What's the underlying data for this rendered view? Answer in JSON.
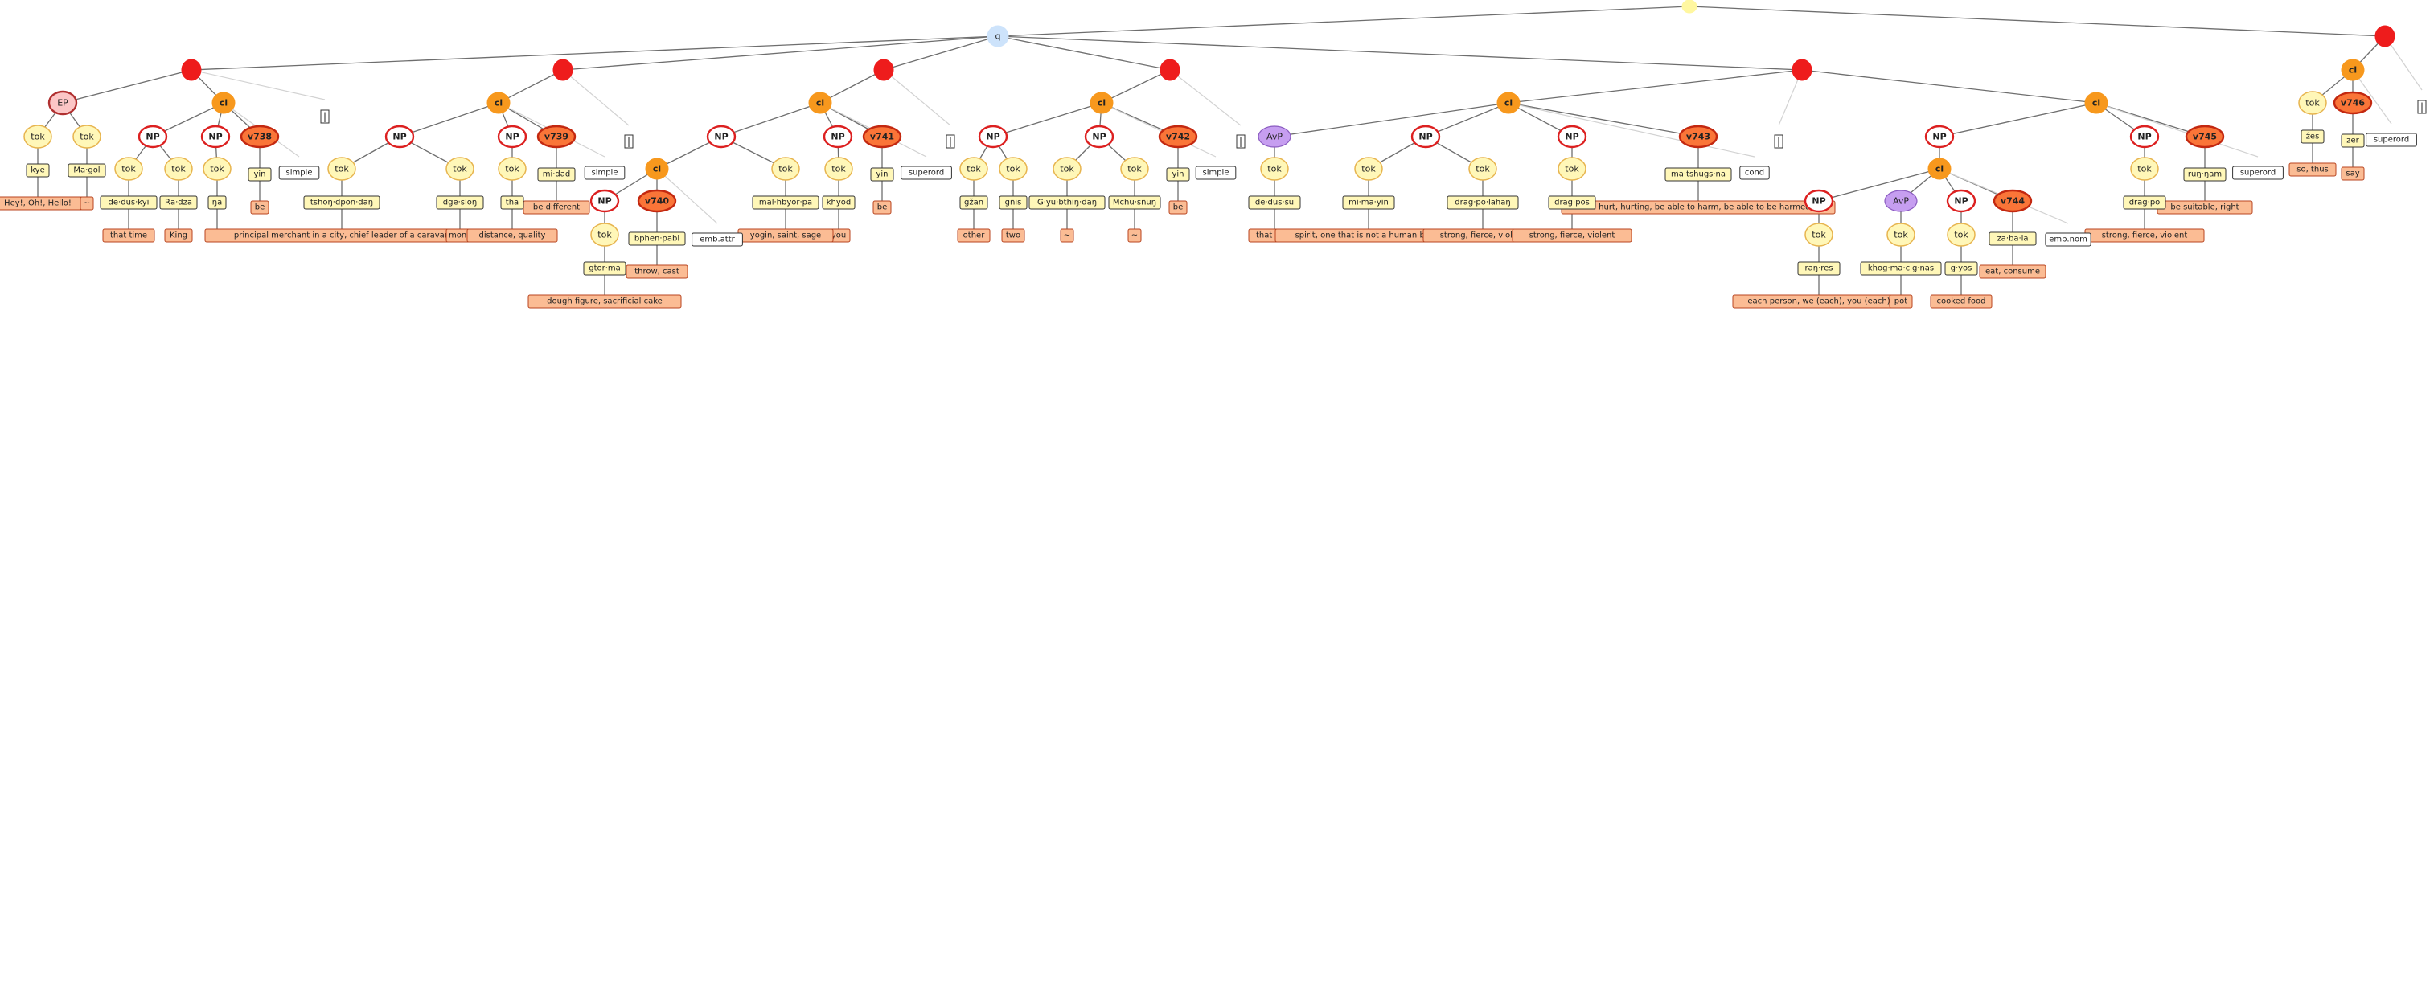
{
  "colors": {
    "root": "#fff7a0",
    "q": "#cde3fb",
    "s": "#ee1c1c",
    "cl": "#f7981d",
    "np_fill": "#ffffff",
    "np_stroke": "#dc2020",
    "ep_fill": "#fcc6c6",
    "ep_stroke": "#b03030",
    "avp": "#c69ef0",
    "avp_stroke": "#8a5bc0",
    "tok_fill": "#fff7b8",
    "tok_stroke": "#e7b44e",
    "verb_fill": "#fa7538",
    "verb_stroke": "#c32810",
    "word_fill": "#fff7b8",
    "word_stroke": "#333333",
    "gloss_fill": "#fbbc94",
    "gloss_stroke": "#b84520",
    "tag_fill": "#ffffff",
    "tag_stroke": "#333333"
  },
  "tree": {
    "root_label": "",
    "q_label": "q",
    "sentences": [
      {
        "cl_label": "cl",
        "ep": {
          "label": "EP",
          "tokens": [
            {
              "label": "tok",
              "word": "kye",
              "gloss": "Hey!, Oh!, Hello!"
            },
            {
              "label": "tok",
              "word": "Ma·gol",
              "gloss": "~"
            }
          ]
        },
        "nps": [
          {
            "label": "NP",
            "tokens": [
              {
                "label": "tok",
                "word": "de·dus·kyi",
                "gloss": "that time"
              },
              {
                "label": "tok",
                "word": "Rā·dza",
                "gloss": "King"
              }
            ]
          },
          {
            "label": "NP",
            "tokens": [
              {
                "label": "tok",
                "word": "ŋa",
                "gloss": "I"
              }
            ]
          }
        ],
        "verb": {
          "label": "v738",
          "word": "yin",
          "gloss": "be",
          "tag": "simple"
        },
        "mark": "|"
      },
      {
        "cl_label": "cl",
        "nps": [
          {
            "label": "NP",
            "tokens": [
              {
                "label": "tok",
                "word": "tshoŋ·dpon·daŋ",
                "gloss": "principal merchant in a city, chief leader of a caravan"
              },
              {
                "label": "tok",
                "word": "dge·sloŋ",
                "gloss": "monk"
              }
            ]
          },
          {
            "label": "NP",
            "tokens": [
              {
                "label": "tok",
                "word": "tha",
                "gloss": "distance, quality"
              }
            ]
          }
        ],
        "verb": {
          "label": "v739",
          "word": "mi·dad",
          "gloss": "be different",
          "tag": "simple"
        },
        "mark": "|"
      },
      {
        "cl_label": "cl",
        "np_big": {
          "label": "NP",
          "sub_cl": {
            "label": "cl",
            "np": {
              "label": "NP",
              "tokens": [
                {
                  "label": "tok",
                  "word": "gtor·ma",
                  "gloss": "dough figure, sacrificial cake"
                }
              ]
            },
            "verb": {
              "label": "v740",
              "word": "bphen·pabi",
              "gloss": "throw, cast",
              "tag": "emb.attr"
            }
          },
          "token": {
            "label": "tok",
            "word": "mal·hbyor·pa",
            "gloss": "yogin, saint, sage"
          }
        },
        "np2": {
          "label": "NP",
          "tokens": [
            {
              "label": "tok",
              "word": "khyod",
              "gloss": "you"
            }
          ]
        },
        "verb": {
          "label": "v741",
          "word": "yin",
          "gloss": "be",
          "tag": "superord"
        },
        "mark": "|"
      },
      {
        "cl_label": "cl",
        "nps": [
          {
            "label": "NP",
            "tokens": [
              {
                "label": "tok",
                "word": "gžan",
                "gloss": "other"
              },
              {
                "label": "tok",
                "word": "gñis",
                "gloss": "two"
              }
            ]
          },
          {
            "label": "NP",
            "tokens": [
              {
                "label": "tok",
                "word": "G·yu·bthiŋ·daŋ",
                "gloss": "~"
              },
              {
                "label": "tok",
                "word": "Mchu·sñuŋ",
                "gloss": "~"
              }
            ]
          }
        ],
        "verb": {
          "label": "v742",
          "word": "yin",
          "gloss": "be",
          "tag": "simple"
        },
        "mark": "|"
      },
      {
        "cl_label": "cl",
        "avp": {
          "label": "AvP",
          "tokens": [
            {
              "label": "tok",
              "word": "de·dus·su",
              "gloss": "that time"
            }
          ]
        },
        "nps": [
          {
            "label": "NP",
            "tokens": [
              {
                "label": "tok",
                "word": "mi·ma·yin",
                "gloss": "spirit, one that is not a human being"
              },
              {
                "label": "tok",
                "word": "drag·po·lahaŋ",
                "gloss": "strong, fierce, violent"
              }
            ]
          },
          {
            "label": "NP",
            "tokens": [
              {
                "label": "tok",
                "word": "drag·pos",
                "gloss": "strong, fierce, violent"
              }
            ]
          }
        ],
        "verb": {
          "label": "v743",
          "word": "ma·tshugs·na",
          "gloss": "be hurt, hurting, be able to harm, be able to be harmed",
          "tag": "cond"
        },
        "mark": "|",
        "cl2": {
          "label": "cl",
          "np_big": {
            "label": "NP",
            "sub_cl": {
              "label": "cl",
              "np1": {
                "label": "NP",
                "tokens": [
                  {
                    "label": "tok",
                    "word": "raŋ·res",
                    "gloss": "each person, we (each), you (each)"
                  }
                ]
              },
              "avp": {
                "label": "AvP",
                "tokens": [
                  {
                    "label": "tok",
                    "word": "khog·ma·cig·nas",
                    "gloss": "pot"
                  }
                ]
              },
              "np2": {
                "label": "NP",
                "tokens": [
                  {
                    "label": "tok",
                    "word": "g·yos",
                    "gloss": "cooked food"
                  }
                ]
              },
              "verb": {
                "label": "v744",
                "word": "za·ba·la",
                "gloss": "eat, consume",
                "tag": "emb.nom"
              }
            }
          },
          "np2": {
            "label": "NP",
            "tokens": [
              {
                "label": "tok",
                "word": "drag·po",
                "gloss": "strong, fierce, violent"
              }
            ]
          },
          "verb": {
            "label": "v745",
            "word": "ruŋ·ŋam",
            "gloss": "be suitable, right",
            "tag": "superord"
          }
        }
      },
      {
        "cl_label": "cl",
        "tokens": [
          {
            "label": "tok",
            "word": "ẑes",
            "gloss": "so, thus"
          }
        ],
        "verb": {
          "label": "v746",
          "word": "zer",
          "gloss": "say",
          "tag": "superord"
        },
        "mark": "|"
      }
    ]
  }
}
